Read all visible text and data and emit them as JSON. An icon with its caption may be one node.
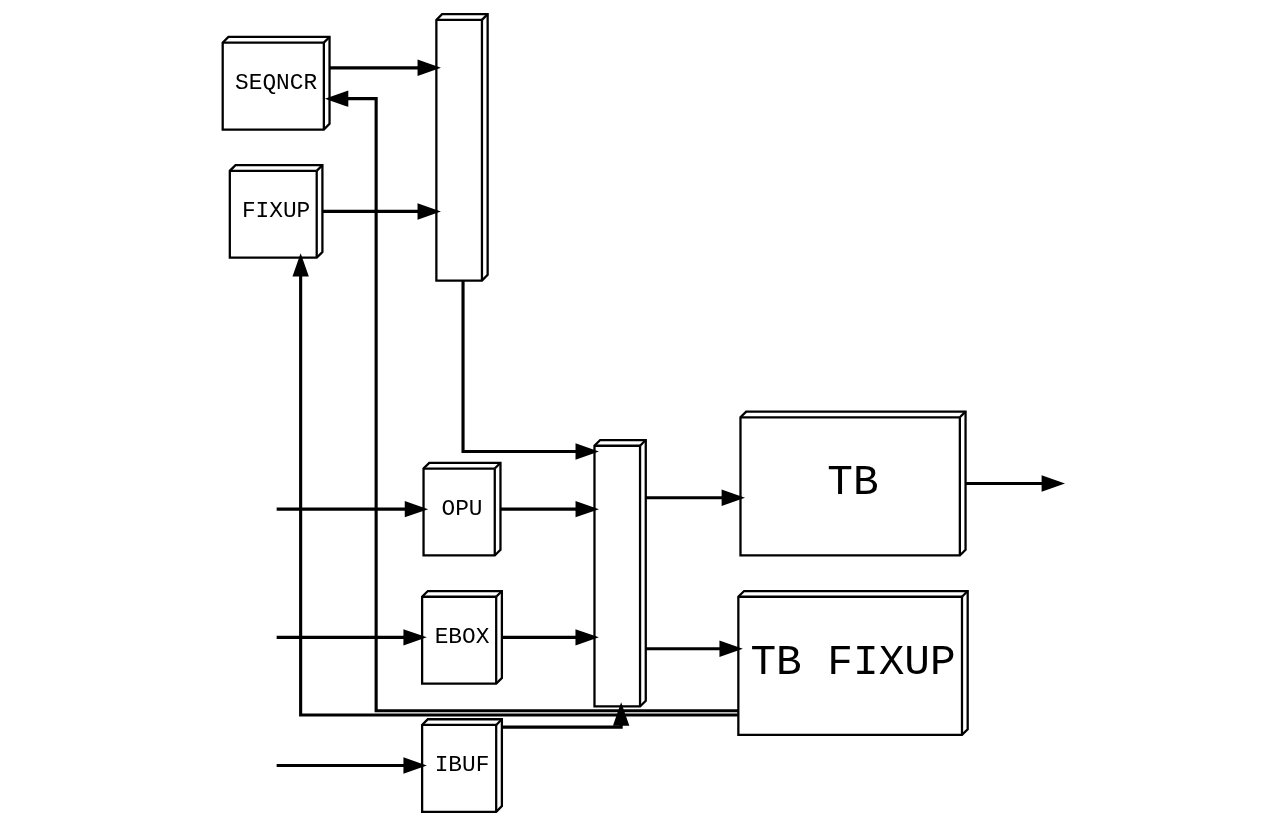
{
  "diagram": {
    "nodes": [
      {
        "text": [
          "IBUF"
        ]
      },
      {
        "text": [
          "OPU"
        ]
      },
      {
        "text": [
          "EBOX"
        ]
      },
      {
        "text": [
          "SEQNCR"
        ]
      },
      {
        "text": [
          "FIXUP"
        ]
      },
      {
        "text": [],
        "shape": "bar"
      },
      {
        "text": [],
        "shape": "bar"
      },
      {
        "text": [
          "TB"
        ]
      },
      {
        "text": [
          "TB FIXUP"
        ]
      }
    ],
    "edges": [
      {
        "from": null,
        "to": 0,
        "arrow": "to"
      },
      {
        "from": null,
        "to": 1,
        "arrow": "to"
      },
      {
        "from": null,
        "to": 2,
        "arrow": "to"
      },
      {
        "from": 0,
        "to": 5,
        "arrow": "to"
      },
      {
        "from": 1,
        "to": 5,
        "arrow": "to"
      },
      {
        "from": 2,
        "to": 5,
        "arrow": "to"
      },
      {
        "from": 3,
        "to": 6,
        "arrow": "to"
      },
      {
        "from": 4,
        "to": 6,
        "arrow": "to"
      },
      {
        "from": 6,
        "to": 5,
        "arrow": "to"
      },
      {
        "from": 5,
        "to": 7,
        "arrow": "to"
      },
      {
        "from": 5,
        "to": 8,
        "arrow": "to"
      },
      {
        "from": 7,
        "to": null,
        "arrow": "to"
      },
      {
        "from": 8,
        "to": 3,
        "arrow": "to"
      },
      {
        "from": 8,
        "to": 4,
        "arrow": "to"
      }
    ]
  }
}
